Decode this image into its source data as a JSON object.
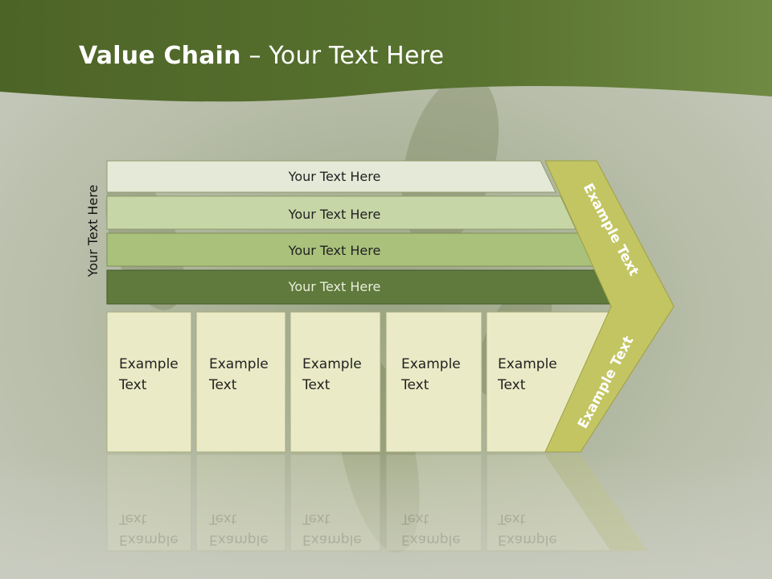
{
  "slide": {
    "title_bold": "Value Chain",
    "title_rest": " – Your Text Here",
    "side_label": "Your Text Here",
    "rows": [
      "Your Text Here",
      "Your Text Here",
      "Your Text Here",
      "Your Text Here"
    ],
    "cells": [
      {
        "line1": "Example",
        "line2": "Text"
      },
      {
        "line1": "Example",
        "line2": "Text"
      },
      {
        "line1": "Example",
        "line2": "Text"
      },
      {
        "line1": "Example",
        "line2": "Text"
      },
      {
        "line1": "Example",
        "line2": "Text"
      }
    ],
    "arrow_upper": "Example Text",
    "arrow_lower": "Example Text"
  },
  "colors": {
    "header_green": "#566f30",
    "row1": "#e4e9d8",
    "row2": "#c7d6a6",
    "row3": "#a9c17b",
    "row4": "#5f7a3c",
    "cell": "#eaebc6",
    "arrow": "#c3c563"
  }
}
